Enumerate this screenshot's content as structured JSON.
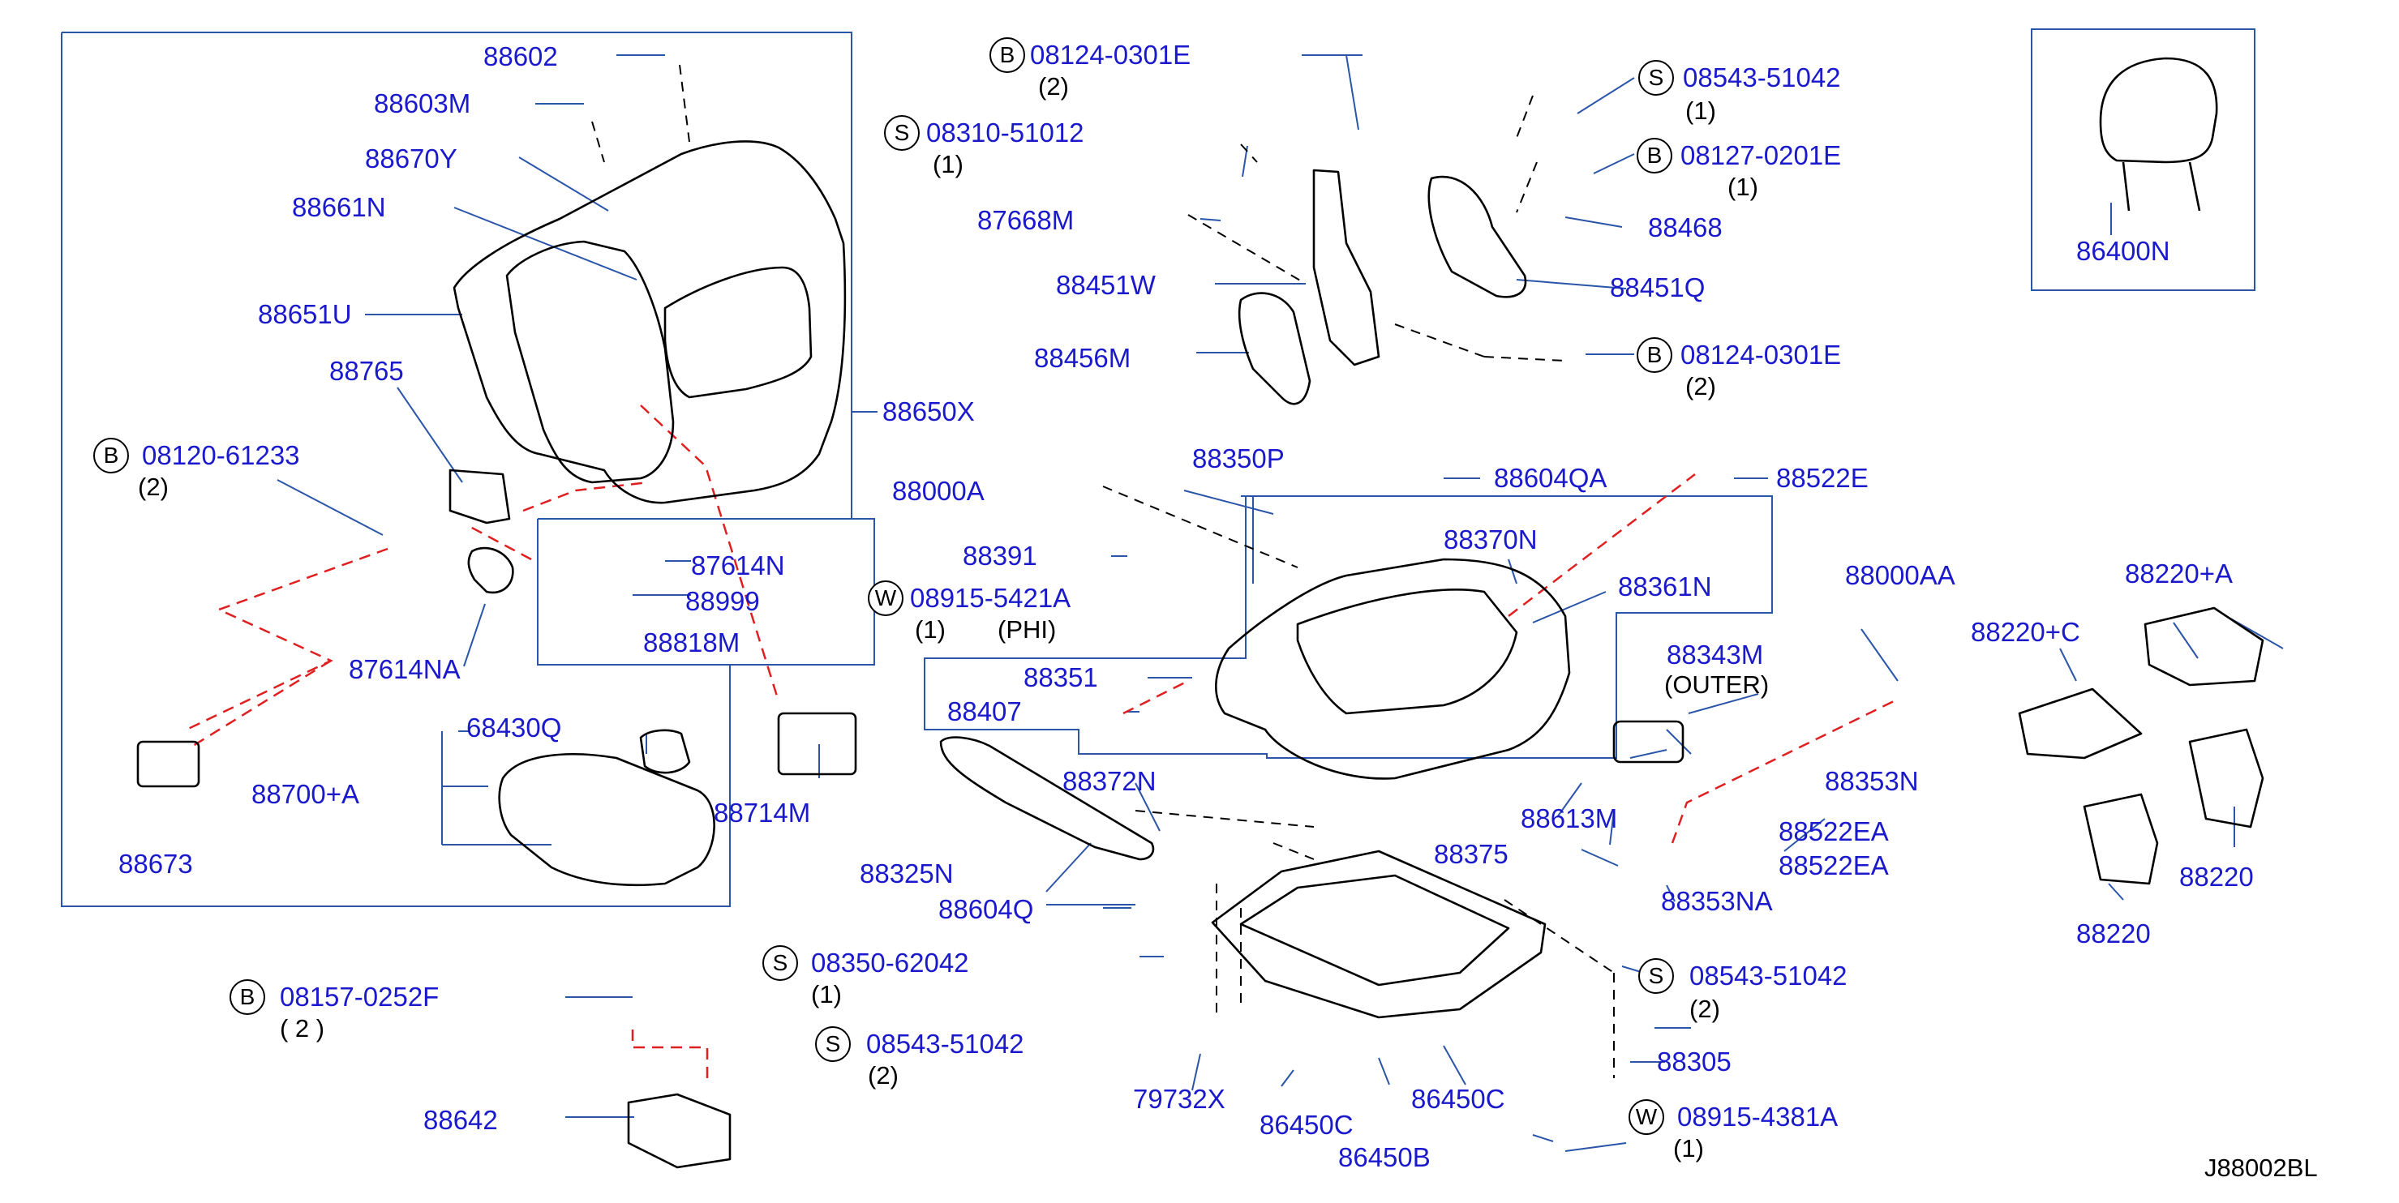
{
  "diagram_code": "J88002BL",
  "parts": {
    "p88602": "88602",
    "p88603M": "88603M",
    "p88670Y": "88670Y",
    "p88661N": "88661N",
    "p88651U": "88651U",
    "p88765": "88765",
    "p88650X": "88650X",
    "p87614N": "87614N",
    "p88999": "88999",
    "p88818M": "88818M",
    "p87614NA": "87614NA",
    "p68430Q": "68430Q",
    "p88700A": "88700+A",
    "p88714M": "88714M",
    "p88673": "88673",
    "p88642": "88642",
    "p87668M": "87668M",
    "p88451W": "88451W",
    "p88456M": "88456M",
    "p88468": "88468",
    "p88451Q": "88451Q",
    "p86400N": "86400N",
    "p88350P": "88350P",
    "p88000A": "88000A",
    "p88604QA": "88604QA",
    "p88522E": "88522E",
    "p88391": "88391",
    "p88370N": "88370N",
    "p88361N": "88361N",
    "p88351": "88351",
    "p88407": "88407",
    "p88372N": "88372N",
    "p88325N": "88325N",
    "p88604Q": "88604Q",
    "p88343M": "88343M",
    "p88000AA": "88000AA",
    "p88353N": "88353N",
    "p88522EA_1": "88522EA",
    "p88522EA_2": "88522EA",
    "p88613M": "88613M",
    "p88375": "88375",
    "p88353NA": "88353NA",
    "p88305": "88305",
    "p79732X": "79732X",
    "p86450C_1": "86450C",
    "p86450C_2": "86450C",
    "p86450B": "86450B",
    "p88220C": "88220+C",
    "p88220A": "88220+A",
    "p88220_1": "88220",
    "p88220_2": "88220"
  },
  "fasteners": {
    "f1": {
      "prefix": "B",
      "code": "08124-0301E",
      "qty": "(2)"
    },
    "f2": {
      "prefix": "S",
      "code": "08310-51012",
      "qty": "(1)"
    },
    "f3": {
      "prefix": "S",
      "code": "08543-51042",
      "qty": "(1)"
    },
    "f4": {
      "prefix": "B",
      "code": "08127-0201E",
      "qty": "(1)"
    },
    "f5": {
      "prefix": "B",
      "code": "08124-0301E",
      "qty": "(2)"
    },
    "f6": {
      "prefix": "B",
      "code": "08120-61233",
      "qty": "(2)"
    },
    "f7": {
      "prefix": "W",
      "code": "08915-5421A",
      "qty": "(1)",
      "note": "(PHI)"
    },
    "f8": {
      "prefix": "S",
      "code": "08350-62042",
      "qty": "(1)"
    },
    "f9": {
      "prefix": "S",
      "code": "08543-51042",
      "qty": "(2)"
    },
    "f10": {
      "prefix": "S",
      "code": "08543-51042",
      "qty": "(2)"
    },
    "f11": {
      "prefix": "W",
      "code": "08915-4381A",
      "qty": "(1)"
    },
    "f12": {
      "prefix": "B",
      "code": "08157-0252F",
      "qty": "( 2 )"
    }
  },
  "notes": {
    "outer": "(OUTER)"
  },
  "colors": {
    "label": "#1a1acc",
    "line": "#000000",
    "leader": "#2a55a8",
    "dash": "#e02020"
  }
}
